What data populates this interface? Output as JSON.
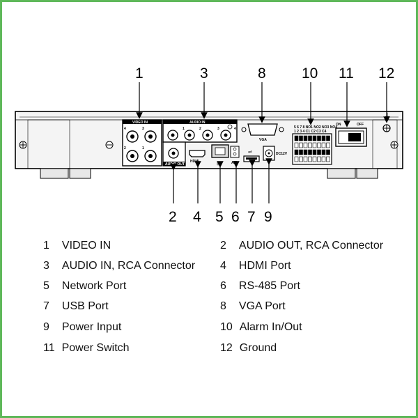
{
  "colors": {
    "frame": "#5fb85a",
    "ink": "#000000",
    "panel": "#f2f2f2"
  },
  "device_labels": {
    "video_in": "VIDEO IN",
    "audio_in": "AUDIO IN",
    "audio_out": "AUDIO OUT",
    "hdmi": "HDMI",
    "vga": "VGA",
    "ab": "A/B",
    "dc": "DC12V",
    "on": "ON",
    "off": "OFF",
    "alarm_top": "5 6 7 8 NO1 NO2 NO3 NO4",
    "alarm_bottom": "1 2 3 4 C1 C2 C3 C4",
    "vi_ch": [
      "4",
      "3",
      "2",
      "1"
    ],
    "ai_ch": [
      "1",
      "2",
      "3",
      "4"
    ]
  },
  "callouts_top": [
    "1",
    "3",
    "8",
    "10",
    "11",
    "12"
  ],
  "callouts_bottom": [
    "2",
    "4",
    "5",
    "6",
    "7",
    "9"
  ],
  "legend": [
    {
      "num": "1",
      "text": "VIDEO IN"
    },
    {
      "num": "2",
      "text": "AUDIO OUT, RCA Connector"
    },
    {
      "num": "3",
      "text": "AUDIO IN, RCA Connector"
    },
    {
      "num": "4",
      "text": "HDMI Port"
    },
    {
      "num": "5",
      "text": "Network Port"
    },
    {
      "num": "6",
      "text": "RS-485 Port"
    },
    {
      "num": "7",
      "text": "USB Port"
    },
    {
      "num": "8",
      "text": "VGA Port"
    },
    {
      "num": "9",
      "text": "Power Input"
    },
    {
      "num": "10",
      "text": "Alarm In/Out"
    },
    {
      "num": "11",
      "text": "Power Switch"
    },
    {
      "num": "12",
      "text": "Ground"
    }
  ]
}
